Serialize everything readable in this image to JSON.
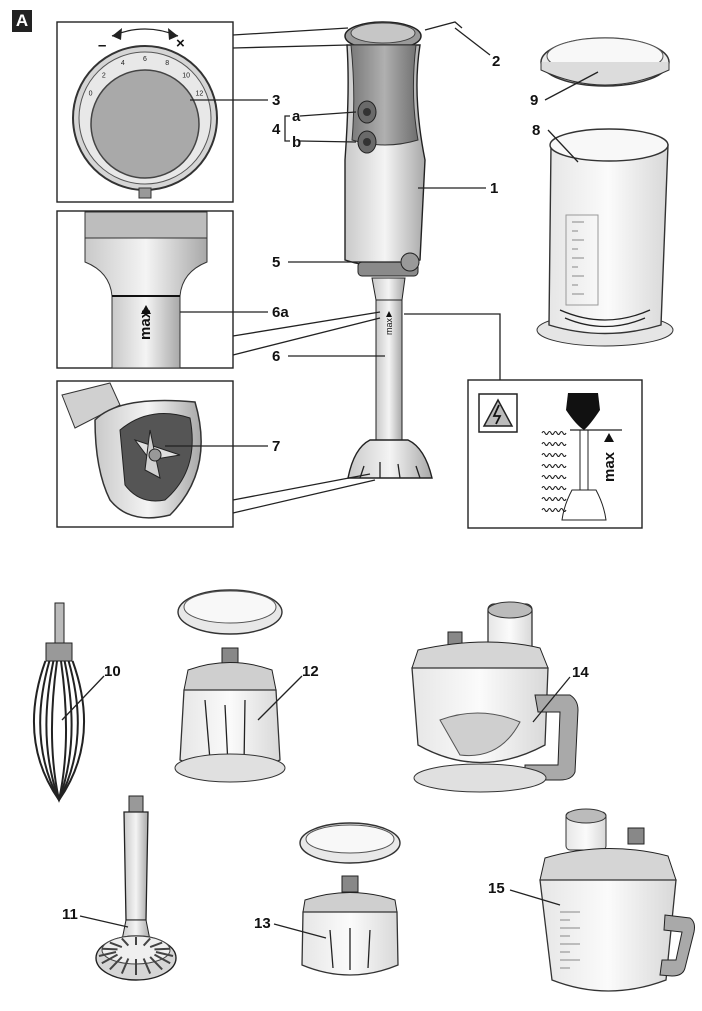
{
  "section": {
    "badge": "A"
  },
  "callouts": {
    "c1": "1",
    "c2": "2",
    "c3": "3",
    "c4": "4",
    "c4a": "a",
    "c4b": "b",
    "c5": "5",
    "c6": "6",
    "c6a": "6a",
    "c7": "7",
    "c8": "8",
    "c9": "9",
    "c10": "10",
    "c11": "11",
    "c12": "12",
    "c13": "13",
    "c14": "14",
    "c15": "15"
  },
  "dial": {
    "minus": "–",
    "plus": "×",
    "scale": [
      "0",
      "2",
      "4",
      "6",
      "8",
      "10",
      "12"
    ]
  },
  "max_marks": {
    "shaft_detail": "max",
    "shaft_small": "max",
    "warning_panel": "max"
  },
  "colors": {
    "line": "#222222",
    "body_grey": "#8f8f8f",
    "body_light": "#e4e4e4",
    "dark": "#1a1a1a"
  }
}
